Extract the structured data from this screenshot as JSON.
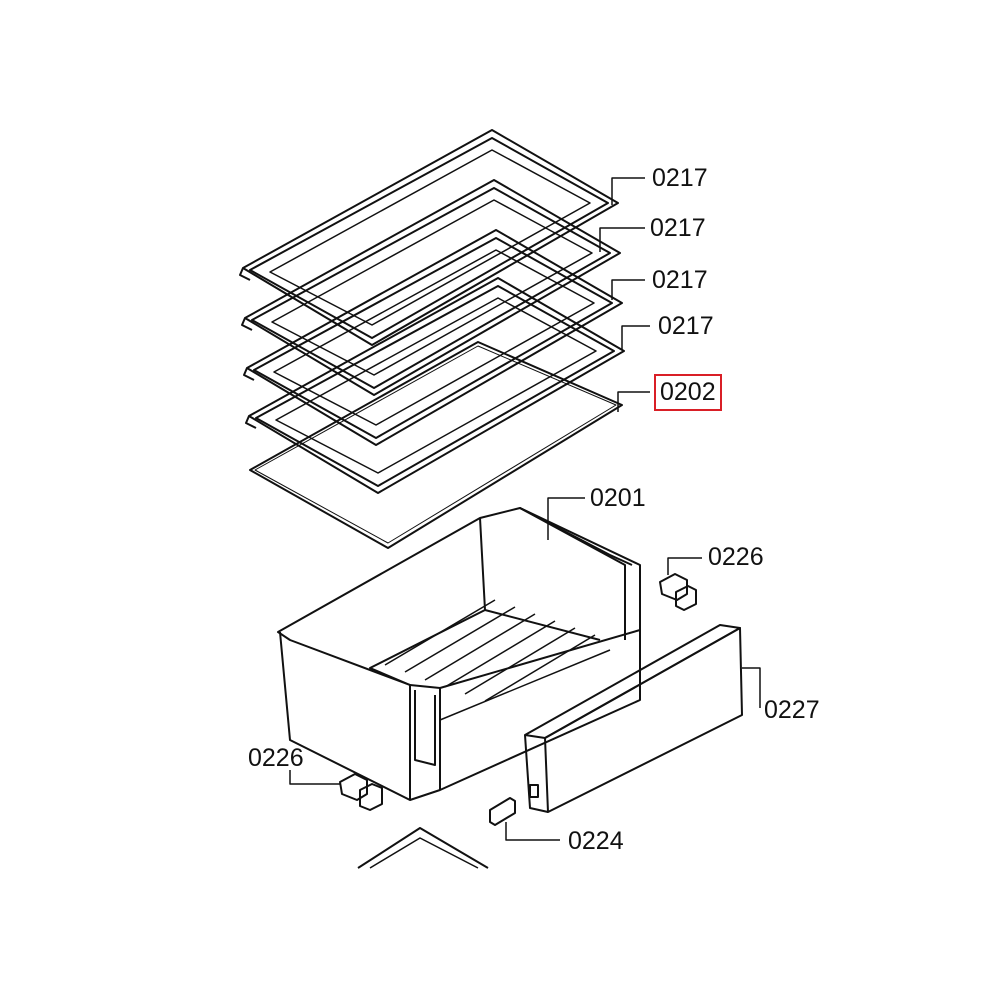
{
  "diagram": {
    "highlight_color": "#d91f26",
    "parts": [
      {
        "id": "shelf-1",
        "label": "0217"
      },
      {
        "id": "shelf-2",
        "label": "0217"
      },
      {
        "id": "shelf-3",
        "label": "0217"
      },
      {
        "id": "shelf-4",
        "label": "0217"
      },
      {
        "id": "glass-plate",
        "label": "0202",
        "highlighted": true
      },
      {
        "id": "drawer",
        "label": "0201"
      },
      {
        "id": "clip-right",
        "label": "0226"
      },
      {
        "id": "drawer-front",
        "label": "0227"
      },
      {
        "id": "clip-left",
        "label": "0226"
      },
      {
        "id": "small-clip",
        "label": "0224"
      }
    ]
  }
}
